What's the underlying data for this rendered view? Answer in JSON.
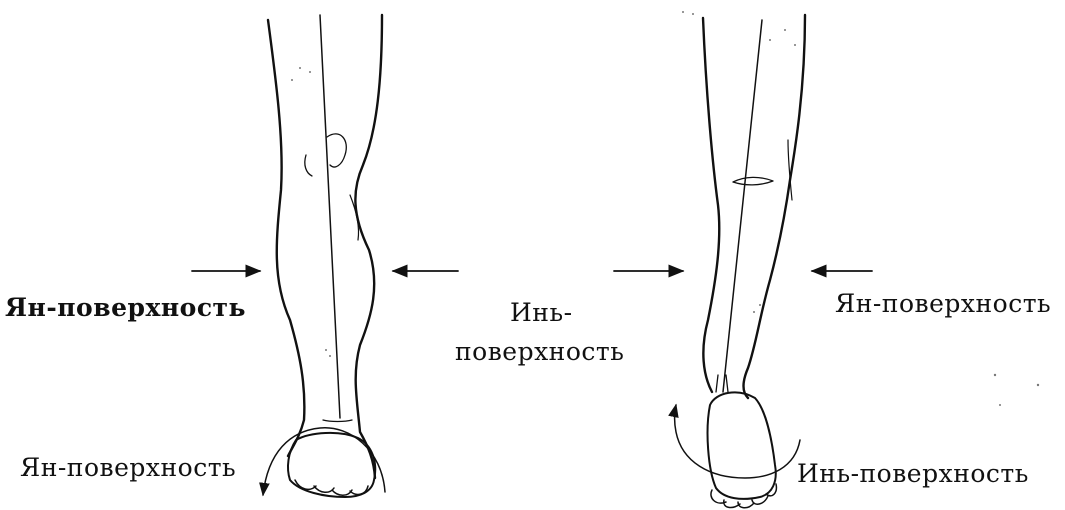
{
  "labels": {
    "left_yang": "Ян-поверхность",
    "center_yin_line1": "Инь-",
    "center_yin_line2": "поверхность",
    "right_yang": "Ян-поверхность",
    "foot_yang": "Ян-поверхность",
    "foot_yin": "Инь-поверхность"
  },
  "colors": {
    "ink": "#111111",
    "background": "#ffffff"
  }
}
